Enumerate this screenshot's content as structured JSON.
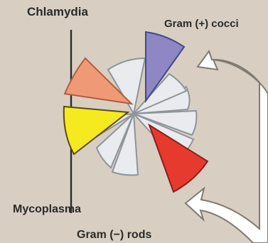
{
  "labels": {
    "chlamydia": "Chlamydia",
    "gram_positive_cocci": "Gram (+) cocci",
    "mycoplasma": "Mycoplasma",
    "gram_negative_rods": "Gram (−) rods"
  },
  "colors": {
    "background": "#d8cfc2",
    "gram_positive_cocci": "#8f86c4",
    "chlamydia": "#ef9a76",
    "mycoplasma": "#f4ea1f",
    "gram_negative_rods": "#e63a2e",
    "uncovered_slice": "#e9ebee",
    "arrow_fill": "#ffffff"
  }
}
